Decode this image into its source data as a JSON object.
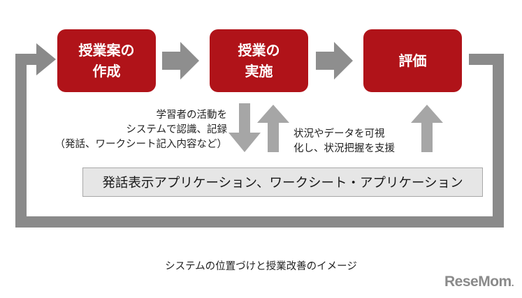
{
  "boxes": {
    "plan": {
      "line1": "授業案の",
      "line2": "作成"
    },
    "execute": {
      "line1": "授業の",
      "line2": "実施"
    },
    "evaluate": {
      "line1": "評価"
    }
  },
  "left_note": [
    "学習者の活動を",
    "システムで認識、記録",
    "（発話、ワークシート記入内容など）"
  ],
  "right_note": [
    "状況やデータを可視",
    "化し、状況把握を支援"
  ],
  "app_bar": "発話表示アプリケーション、ワークシート・アプリケーション",
  "caption": "システムの位置づけと授業改善のイメージ",
  "logo": {
    "text": "ReseMom",
    "suffix": "."
  },
  "colors": {
    "box": "#b01319",
    "arrow": "#8e8e8e",
    "loop": "#8a8a8a",
    "app_bar_bg": "#e6e6e6"
  }
}
